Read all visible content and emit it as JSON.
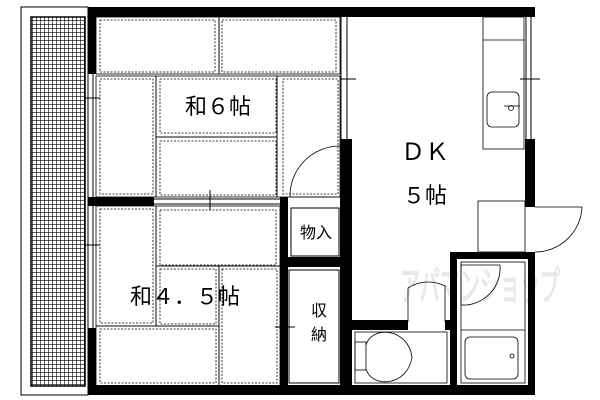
{
  "rooms": {
    "washitsu_6": "和６帖",
    "dk": "ＤＫ",
    "dk_size": "５帖",
    "closet_small": "物入",
    "closet_storage_top": "収",
    "closet_storage_bottom": "納",
    "washitsu_45": "和４．５帖"
  },
  "watermark": "アパマンショップ",
  "colors": {
    "wall": "#000000",
    "line": "#000000",
    "watermark": "#e6e6e6"
  }
}
